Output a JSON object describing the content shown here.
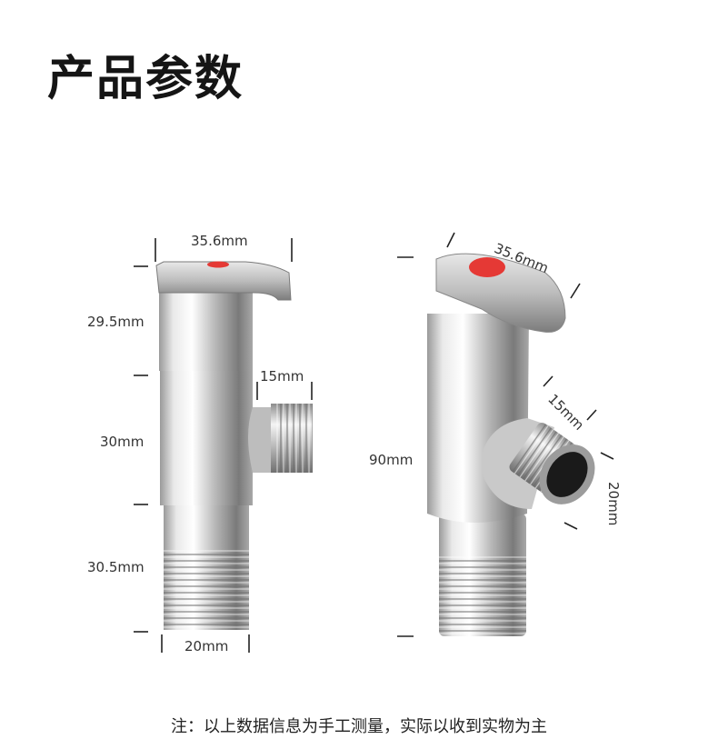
{
  "header": {
    "title": "产品参数"
  },
  "left_view": {
    "top_width": "35.6mm",
    "handle_height": "29.5mm",
    "outlet_length": "15mm",
    "body_height": "30mm",
    "thread_height": "30.5mm",
    "thread_width": "20mm"
  },
  "right_view": {
    "top_width": "35.6mm",
    "outlet_length": "15mm",
    "total_height": "90mm",
    "outlet_diameter": "20mm"
  },
  "footer": {
    "note": "注：以上数据信息为手工测量，实际以收到实物为主"
  },
  "colors": {
    "indicator": "#e53935",
    "chrome_light": "#f2f2f2",
    "chrome_dark": "#6e6e6e"
  }
}
